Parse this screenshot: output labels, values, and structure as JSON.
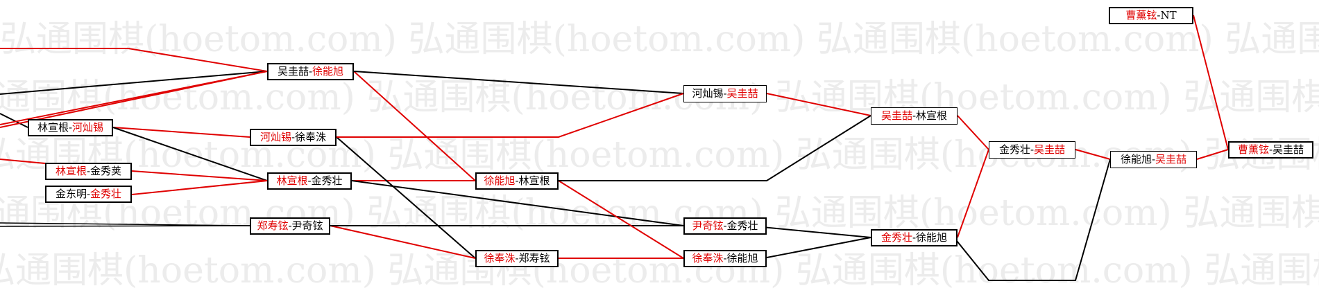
{
  "watermark": {
    "text": "弘通围棋(hoetom.com)",
    "rows": [
      "弘通围棋(hoetom.com) 弘通围棋(hoetom.com) 弘通围棋(hoetom.com) 弘通围棋(hoetom.co"
    ],
    "color": "#ececec"
  },
  "colors": {
    "win": "#e00000",
    "lose": "#000000"
  },
  "nodes": {
    "r2_1": {
      "left": "吴圭喆",
      "right": "徐能旭",
      "win": "right"
    },
    "r1_2": {
      "left": "林宣根",
      "right": "河灿锡",
      "win": "right"
    },
    "r2_2": {
      "left": "河灿锡",
      "right": "徐奉洙",
      "win": "left"
    },
    "r1_3": {
      "left": "林宣根",
      "right": "金秀荚",
      "win": "left"
    },
    "r2_3": {
      "left": "林宣根",
      "right": "金秀壮",
      "win": "left"
    },
    "r1_4": {
      "left": "金东明",
      "right": "金秀壮",
      "win": "right"
    },
    "r2_4": {
      "left": "郑寿铉",
      "right": "尹奇铉",
      "win": "left"
    },
    "r3_1": {
      "left": "徐能旭",
      "right": "林宣根",
      "win": "left"
    },
    "r3_2": {
      "left": "徐奉洙",
      "right": "郑寿铉",
      "win": "left"
    },
    "r4_1": {
      "left": "河灿锡",
      "right": "吴圭喆",
      "win": "right"
    },
    "r4_2": {
      "left": "尹奇铉",
      "right": "金秀壮",
      "win": "left"
    },
    "r4_3": {
      "left": "徐奉洙",
      "right": "徐能旭",
      "win": "left"
    },
    "r5_1": {
      "left": "吴圭喆",
      "right": "林宣根",
      "win": "left"
    },
    "r5_2": {
      "left": "金秀壮",
      "right": "徐能旭",
      "win": "left"
    },
    "r6_1": {
      "left": "金秀壮",
      "right": "吴圭喆",
      "win": "right"
    },
    "r7_1": {
      "left": "徐能旭",
      "right": "吴圭喆",
      "win": "right"
    },
    "top": {
      "left": "曹薰铉",
      "right": "NT",
      "win": "left"
    },
    "final": {
      "left": "曹薰铉",
      "right": "吴圭喆",
      "win": "left"
    }
  }
}
